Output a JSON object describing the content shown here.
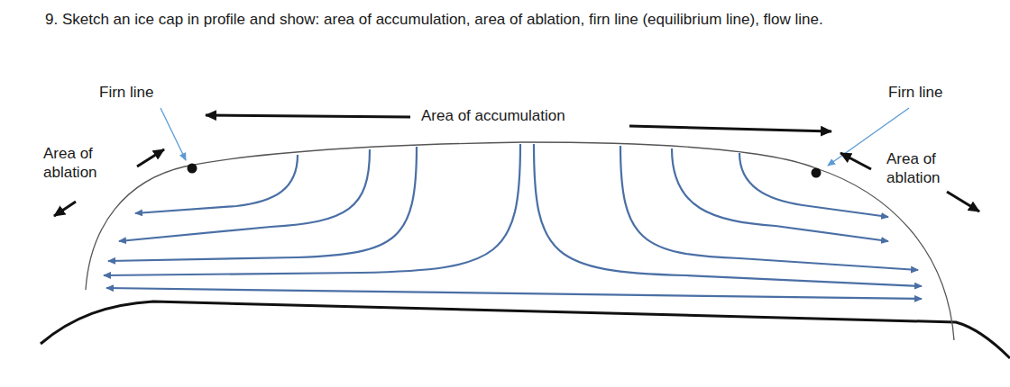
{
  "diagram": {
    "title": "9. Sketch an ice cap in profile and show: area of accumulation, area of ablation, firn line (equilibrium line), flow line.",
    "labels": [
      "Firn line",
      "Area of accumulation",
      "Firn line",
      "Area of ablation",
      "Area of ablation"
    ]
  }
}
